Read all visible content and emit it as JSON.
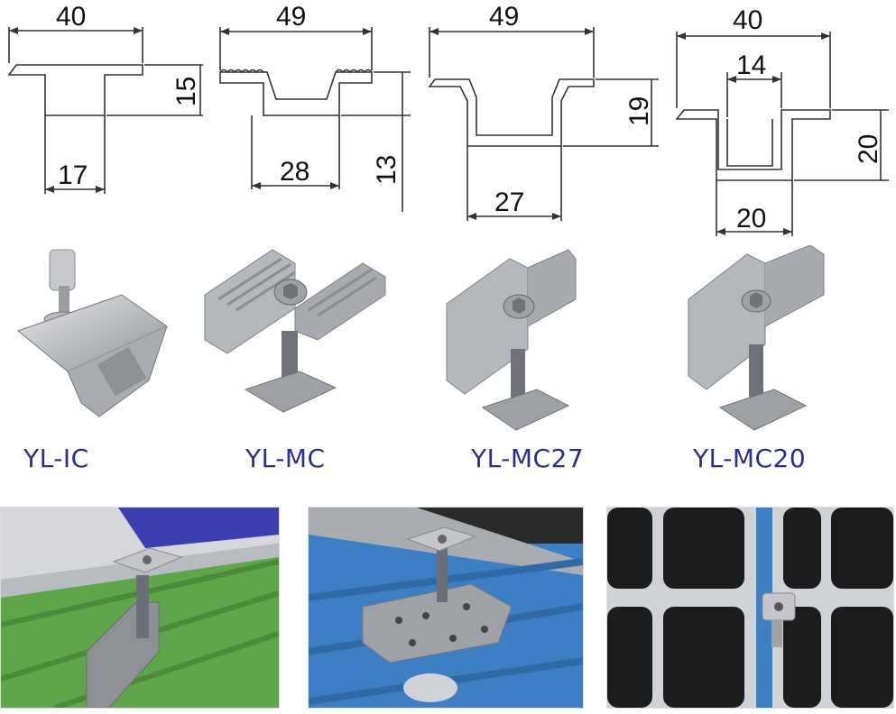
{
  "dimensions": {
    "ic": {
      "top": "40",
      "height": "15",
      "bottom": "17"
    },
    "mc": {
      "top": "49",
      "height": "13",
      "bottom": "28"
    },
    "mc27": {
      "top": "49",
      "height": "19",
      "bottom": "27"
    },
    "mc20": {
      "top": "40",
      "inner": "14",
      "height": "20",
      "bottom": "20"
    }
  },
  "models": [
    "YL-IC",
    "YL-MC",
    "YL-MC27",
    "YL-MC20"
  ],
  "colors": {
    "label_blue": "#2a2f8f",
    "roof_green": "#5fa64a",
    "roof_blue": "#3d7fc4",
    "panel_cell": "#1c1c1c",
    "aluminum": "#b9bcc0"
  }
}
